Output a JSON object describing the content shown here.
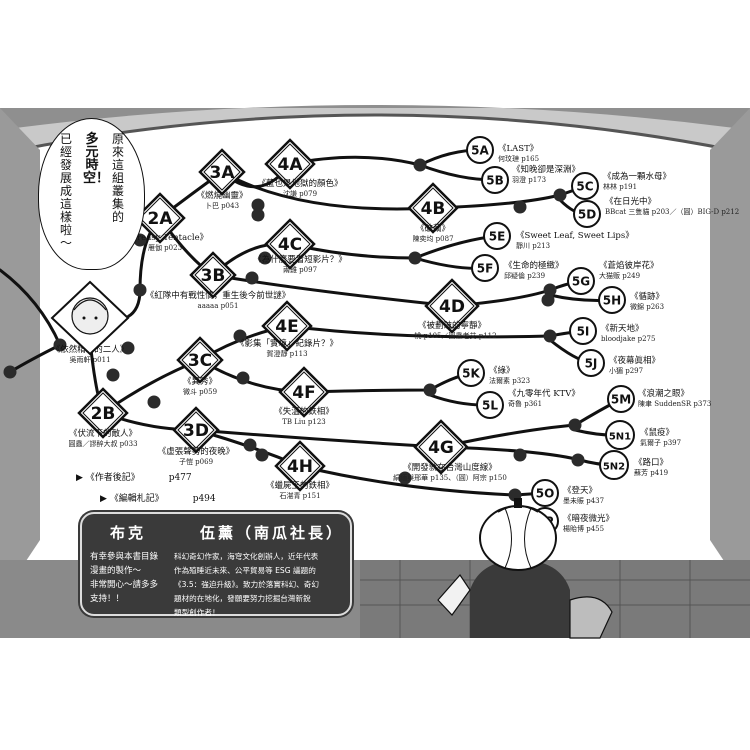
{
  "speech_bubble": {
    "lines": [
      "原來這組叢集的",
      "多元時空！",
      "已經發展成這樣啦～"
    ]
  },
  "credits": {
    "left_name": "布克",
    "right_name": "伍薰（南瓜社長）",
    "left_text": [
      "有幸參與本書目錄",
      "漫畫的製作～",
      "非常開心～請多多",
      "支持！！"
    ],
    "right_text": [
      "科幻奇幻作家，海穹文化創辦人，近年代表",
      "作為殖睡近未來、公平貿易等 ESG 議題的",
      "《3.5：強迫升級》。致力於落實科幻、奇幻",
      "題材的在地化，發願要努力挖掘台灣新銳",
      "類型創作者！"
    ]
  },
  "footnotes": [
    {
      "marker": "▶",
      "text": "《作者後記》",
      "page": "p477"
    },
    {
      "marker": "▶",
      "text": "《編輯札記》",
      "page": "p494"
    }
  ],
  "nodes": [
    {
      "id": "1",
      "title": "《依然精彩的二人》",
      "author": "吳雨軒 p011"
    },
    {
      "id": "2A",
      "title": "《Greasy Tentacle》",
      "author": "雁伽 p023"
    },
    {
      "id": "2B",
      "title": "《伏流下的敵人》",
      "author": "圓蟲／謬醉大叔 p033"
    },
    {
      "id": "3A",
      "title": "《燃燒幽靈》",
      "author": "卜巴 p043"
    },
    {
      "id": "3B",
      "title": "《紅隊中有戰性情，重生後今前世謎》",
      "author": "aaaaa p051"
    },
    {
      "id": "3C",
      "title": "《異秀》",
      "author": "微斗 p059"
    },
    {
      "id": "3D",
      "title": "《虛張聲勢的夜晚》",
      "author": "子愷 p069"
    },
    {
      "id": "4A",
      "title": "《藍也是地獄的顏色》",
      "author": "沈謙 p079"
    },
    {
      "id": "4B",
      "title": "《破繭》",
      "author": "陳奕均 p087"
    },
    {
      "id": "4C",
      "title": "《為什麼要看短影片？》",
      "author": "兩雞 p097"
    },
    {
      "id": "4D",
      "title": "《被劃破的寧靜》",
      "author": "一桃 p105／圓蟲老艾 p112"
    },
    {
      "id": "4E",
      "title": "《影集「實境」紀錄片？》",
      "author": "賀澄靜 p113"
    },
    {
      "id": "4F",
      "title": "《失溫的鉄相》",
      "author": "TB Liu p123"
    },
    {
      "id": "4G",
      "title": "《開發就在台灣山度線》",
      "author": "絹緬與邢華 p135、（圓）阿宗 p150"
    },
    {
      "id": "4H",
      "title": "《蠟屍王的鉄相》",
      "author": "石湛青 p151"
    },
    {
      "id": "5A",
      "title": "《LAST》",
      "author": "何玟璉 p165"
    },
    {
      "id": "5B",
      "title": "《知晚卻是深淵》",
      "author": "羽澄 p173"
    },
    {
      "id": "5C",
      "title": "《成為一顆水母》",
      "author": "林林 p191"
    },
    {
      "id": "5D",
      "title": "《在日光中》",
      "author": "BBcat 三隻貓 p203／（圓）BIG-D p212"
    },
    {
      "id": "5E",
      "title": "《Sweet Leaf, Sweet Lips》",
      "author": "靜川 p213"
    },
    {
      "id": "5F",
      "title": "《生命的極緻》",
      "author": "邱疑倫 p239"
    },
    {
      "id": "5G",
      "title": "《蒼焰彼岸花》",
      "author": "大猫贩 p249"
    },
    {
      "id": "5H",
      "title": "《循跡》",
      "author": "微錦 p263"
    },
    {
      "id": "5I",
      "title": "《新天地》",
      "author": "bloodjake p275"
    },
    {
      "id": "5J",
      "title": "《夜幕眞相》",
      "author": "小猸 p297"
    },
    {
      "id": "5K",
      "title": "《綠》",
      "author": "法爾素 p323"
    },
    {
      "id": "5L",
      "title": "《九零年代 KTV》",
      "author": "奇魯 p361"
    },
    {
      "id": "5M",
      "title": "《浪潮之眼》",
      "author": "陳聿 SuddenSR p373"
    },
    {
      "id": "5N1",
      "title": "《鼠疫》",
      "author": "氣爾子 p397"
    },
    {
      "id": "5N2",
      "title": "《路口》",
      "author": "蘇芳 p419"
    },
    {
      "id": "5O",
      "title": "《登天》",
      "author": "墨未賑 p437"
    },
    {
      "id": "5P",
      "title": "《暗夜微光》",
      "author": "楊貽博 p455"
    }
  ]
}
